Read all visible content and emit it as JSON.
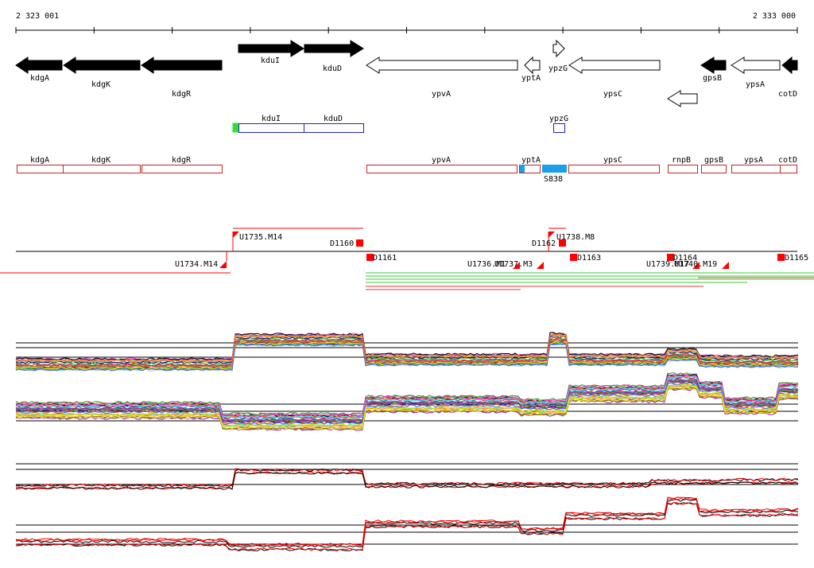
{
  "coordinates": {
    "start_label": "2 323 001",
    "end_label": "2 333 000"
  },
  "genes_row1": [
    {
      "label": "kdgA",
      "dir": "left",
      "fill": "black"
    },
    {
      "label": "kdgK",
      "dir": "left",
      "fill": "black"
    },
    {
      "label": "kdgR",
      "dir": "left",
      "fill": "black"
    },
    {
      "label": "kduI",
      "dir": "right",
      "fill": "black"
    },
    {
      "label": "kduD",
      "dir": "right",
      "fill": "black"
    },
    {
      "label": "ypvA",
      "dir": "left",
      "fill": "white"
    },
    {
      "label": "yptA",
      "dir": "left",
      "fill": "white"
    },
    {
      "label": "ypzG",
      "dir": "right",
      "fill": "white"
    },
    {
      "label": "ypsC",
      "dir": "left",
      "fill": "white"
    },
    {
      "label": "",
      "dir": "left",
      "fill": "white"
    },
    {
      "label": "gpsB",
      "dir": "left",
      "fill": "black"
    },
    {
      "label": "ypsA",
      "dir": "left",
      "fill": "white"
    },
    {
      "label": "cotD",
      "dir": "left",
      "fill": "black"
    }
  ],
  "operons_blue": [
    {
      "label": "kduI"
    },
    {
      "label": "kduD"
    },
    {
      "label": "ypzG"
    }
  ],
  "operons_red": [
    {
      "label": "kdgA"
    },
    {
      "label": "kdgK"
    },
    {
      "label": "kdgR"
    },
    {
      "label": "ypvA"
    },
    {
      "label": "yptA"
    },
    {
      "label": "ypsC"
    },
    {
      "label": "rnpB"
    },
    {
      "label": "gpsB"
    },
    {
      "label": "ypsA"
    },
    {
      "label": "cotD"
    }
  ],
  "feature_s": {
    "label": "S838"
  },
  "features_up": [
    {
      "label": "U1735.M14"
    },
    {
      "label": "U1738.M8"
    }
  ],
  "features_down": [
    {
      "label": "U1734.M14"
    },
    {
      "label": "U1736.M1"
    },
    {
      "label": "U1737.M3"
    },
    {
      "label": "U1739.M17"
    },
    {
      "label": "U1740.M19"
    }
  ],
  "features_d": [
    {
      "label": "D1160"
    },
    {
      "label": "D1161"
    },
    {
      "label": "D1162"
    },
    {
      "label": "D1163"
    },
    {
      "label": "D1164"
    },
    {
      "label": "D1165"
    }
  ],
  "colors": {
    "operon_border_blue": "#2222cc",
    "operon_border_red": "#cc2222",
    "feature_red": "#ff0000",
    "s_feature_blue": "#1aa0e8",
    "green_mark": "#33dd33",
    "tile_green": "#33cc33",
    "tile_red": "#ee3333"
  }
}
